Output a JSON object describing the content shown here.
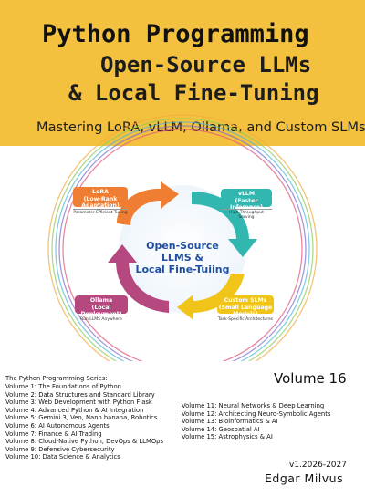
{
  "cover": {
    "title_line1": "Python Programming",
    "title_line2": "Open-Source LLMs",
    "title_line3": "& Local Fine-Tuning",
    "subtitle": "Mastering LoRA, vLLM, Ollama, and Custom SLMs",
    "banner_color": "#f4c13f"
  },
  "diagram": {
    "center_line1": "Open-Source",
    "center_line2": "LLMS &",
    "center_line3": "Local Fine-Tuiing",
    "nodes": [
      {
        "title": "LoRA",
        "subtitle": "(Low-Rank Adaptation)",
        "caption": "Parameter-Efficient Tuning",
        "color": "#ef7d32"
      },
      {
        "title": "vLLM",
        "subtitle": "(Faster Inference)",
        "caption": "High-Throughput Serving",
        "color": "#32b6b0"
      },
      {
        "title": "Custom SLMs",
        "subtitle": "(Small Language Models)",
        "caption": "Task-Specific Architectures",
        "color": "#f0c419"
      },
      {
        "title": "Ollama",
        "subtitle": "(Local Deployment)",
        "caption": "Run LLMS Anywhere",
        "color": "#b5487e"
      }
    ]
  },
  "series": {
    "heading": "The Python Programming Series:",
    "volumes_left": [
      "Volume 1: The Foundations of Python",
      "Volume 2: Data Structures and Standard Library",
      "Volume 3: Web Development with Python Flask",
      "Volume 4: Advanced Python & AI Integration",
      "Volume 5: Gemini 3, Veo, Nano banana, Robotics",
      "Volume 6: AI Autonomous Agents",
      "Volume 7: Finance & AI Trading",
      "Volume 8: Cloud-Native Python, DevOps & LLMOps",
      "Volume 9: Defensive Cybersecurity",
      "Volume 10: Data Science & Analytics"
    ],
    "volumes_right": [
      "Volume 11: Neural Networks & Deep Learning",
      "Volume 12: Architecting Neuro-Symbolic Agents",
      "Volume 13: Bioinformatics & AI",
      "Volume 14: Geospatial AI",
      "Volume 15: Astrophysics & AI"
    ]
  },
  "volume_number": "Volume 16",
  "version": "v1.2026-2027",
  "author": "Edgar Milvus"
}
